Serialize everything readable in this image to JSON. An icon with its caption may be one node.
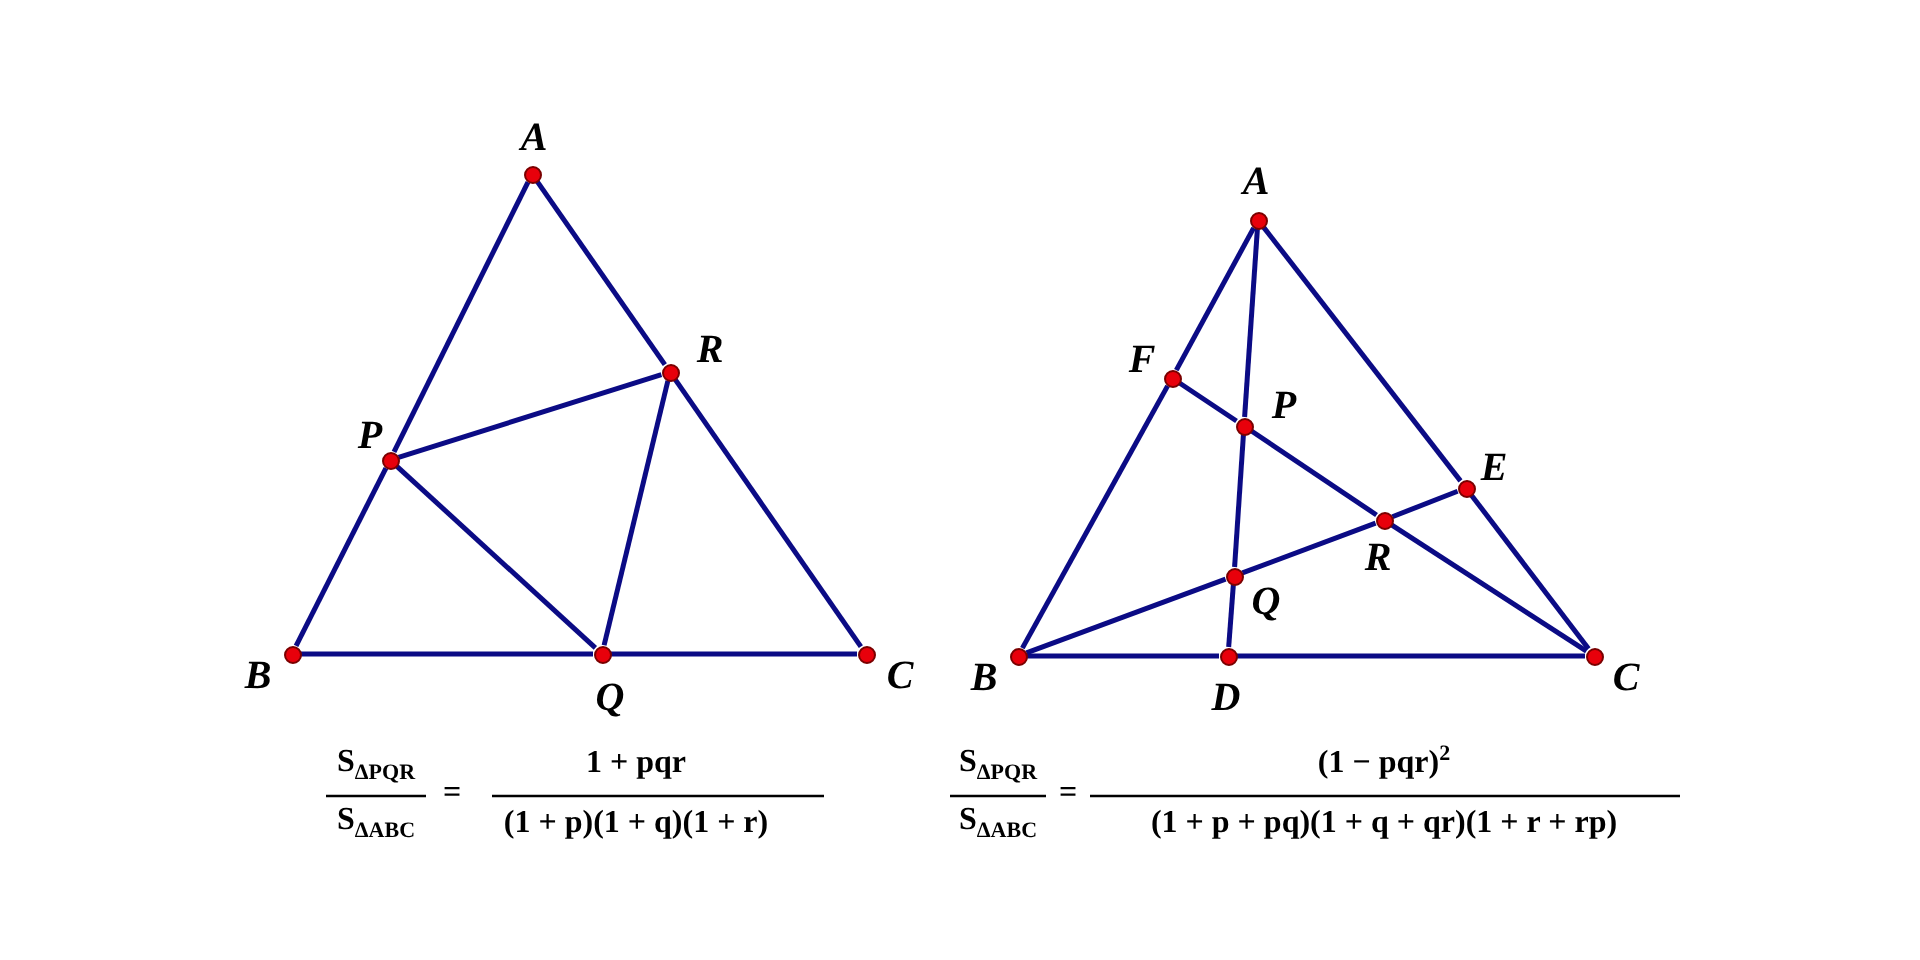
{
  "diagram": {
    "nodes": [
      {
        "text": [
          "A"
        ]
      },
      {
        "text": [
          "B"
        ]
      },
      {
        "text": [
          "C"
        ]
      },
      {
        "text": [
          "P"
        ]
      },
      {
        "text": [
          "Q"
        ]
      },
      {
        "text": [
          "R"
        ]
      },
      {
        "text": [
          "A"
        ]
      },
      {
        "text": [
          "B"
        ]
      },
      {
        "text": [
          "C"
        ]
      },
      {
        "text": [
          "D"
        ]
      },
      {
        "text": [
          "E"
        ]
      },
      {
        "text": [
          "F"
        ]
      },
      {
        "text": [
          "P"
        ]
      },
      {
        "text": [
          "Q"
        ]
      },
      {
        "text": [
          "R"
        ]
      }
    ],
    "edges": [
      {
        "from": 0,
        "to": 3,
        "arrow": "none"
      },
      {
        "from": 3,
        "to": 1,
        "arrow": "none"
      },
      {
        "from": 1,
        "to": 4,
        "arrow": "none"
      },
      {
        "from": 4,
        "to": 2,
        "arrow": "none"
      },
      {
        "from": 2,
        "to": 5,
        "arrow": "none"
      },
      {
        "from": 5,
        "to": 0,
        "arrow": "none"
      },
      {
        "from": 3,
        "to": 5,
        "arrow": "none"
      },
      {
        "from": 5,
        "to": 4,
        "arrow": "none"
      },
      {
        "from": 3,
        "to": 4,
        "arrow": "none"
      },
      {
        "from": 6,
        "to": 11,
        "arrow": "none"
      },
      {
        "from": 11,
        "to": 7,
        "arrow": "none"
      },
      {
        "from": 7,
        "to": 9,
        "arrow": "none"
      },
      {
        "from": 9,
        "to": 8,
        "arrow": "none"
      },
      {
        "from": 8,
        "to": 10,
        "arrow": "none"
      },
      {
        "from": 10,
        "to": 6,
        "arrow": "none"
      },
      {
        "from": 6,
        "to": 12,
        "arrow": "none"
      },
      {
        "from": 12,
        "to": 13,
        "arrow": "none"
      },
      {
        "from": 13,
        "to": 9,
        "arrow": "none"
      },
      {
        "from": 7,
        "to": 13,
        "arrow": "none"
      },
      {
        "from": 13,
        "to": 14,
        "arrow": "none"
      },
      {
        "from": 14,
        "to": 10,
        "arrow": "none"
      },
      {
        "from": 8,
        "to": 14,
        "arrow": "none"
      },
      {
        "from": 14,
        "to": 12,
        "arrow": "none"
      },
      {
        "from": 12,
        "to": 11,
        "arrow": "none"
      }
    ],
    "labels": [
      "S$_{ΔPQR}$",
      "S$_{ΔABC}$",
      "=",
      "1 + pqr",
      "(1 + p)(1 + q)(1 + r)",
      "S$_{ΔPQR}$",
      "S$_{ΔABC}$",
      "=",
      "(1 − pqr)$^{2}$",
      "(1 + p + pq)(1 + q + qr)(1 + r + rp)"
    ]
  }
}
